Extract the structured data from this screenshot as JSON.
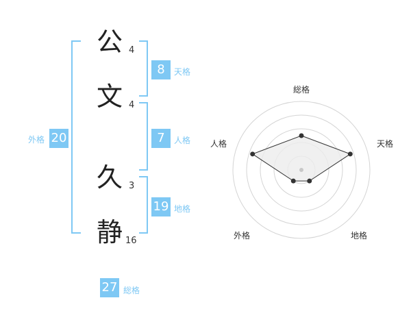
{
  "name": {
    "chars": [
      {
        "char": "公",
        "strokes": "4"
      },
      {
        "char": "文",
        "strokes": "4"
      },
      {
        "char": "久",
        "strokes": "3"
      },
      {
        "char": "静",
        "strokes": "16"
      }
    ]
  },
  "scores": {
    "tenkaku": {
      "value": "8",
      "label": "天格"
    },
    "jinkaku": {
      "value": "7",
      "label": "人格"
    },
    "chikaku": {
      "value": "19",
      "label": "地格"
    },
    "gaikaku": {
      "value": "20",
      "label": "外格"
    },
    "soukaku": {
      "value": "27",
      "label": "総格"
    }
  },
  "radar": {
    "labels": [
      "総格",
      "天格",
      "地格",
      "外格",
      "人格"
    ],
    "levels": [
      0.5,
      0.75,
      0.2,
      0.2,
      0.75
    ],
    "colors": {
      "accent": "#7ec8f4",
      "fill": "#ececec",
      "line": "#333333"
    }
  }
}
